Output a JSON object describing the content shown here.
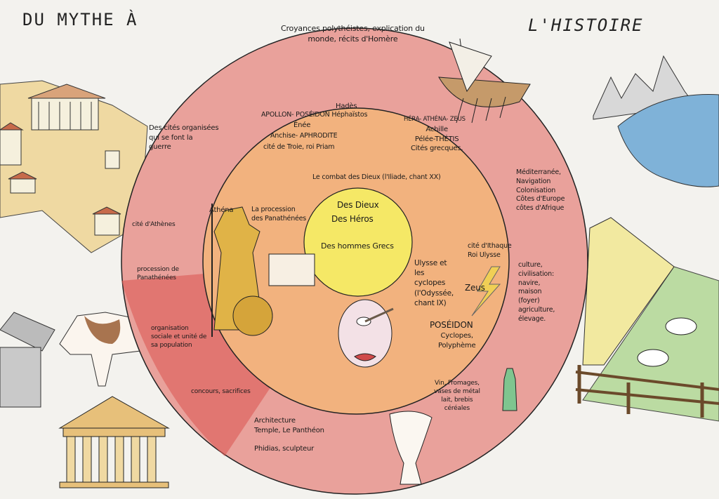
{
  "title": {
    "left": "DU MYTHE À",
    "right": "L'HISTOIRE"
  },
  "outer_ring": {
    "top": "Croyances polythéistes, explication du\nmonde, récits d'Homère",
    "cities": "Des cités organisées\nqui se font la\nguerre",
    "athens": "cité d'Athènes",
    "procession": "procession de\nPanathénées",
    "organisation": "organisation\nsociale et unité de\nsa population",
    "contests": "concours, sacrifices",
    "architecture": "Architecture\nTemple, Le Panthéon",
    "phidias": "Phidias, sculpteur",
    "products": "Vin, Fromages,\nvases de métal\nlait, brebis\ncéréales",
    "mediterranean": "Méditerranée,\nNavigation\nColonisation\nCôtes d'Europe\ncôtes d'Afrique",
    "culture": "culture,\ncivilisation:\nnavire,\nmaison\n(foyer)\nagriculture,\nélevage."
  },
  "inner_ring": {
    "hades": "Hadès",
    "apollon": "APOLLON- POSÉIDON Héphaïstos",
    "enee": "Énée",
    "anchise": "Anchise- APHRODITE",
    "troie": "cité de Troie, roi Priam",
    "hera": "HÉRA- ATHÉNA- ZEUS",
    "achille": "Achille\nPélée-THÉTIS\nCités grecques.",
    "combat": "Le combat des Dieux (l'Iliade, chant XX)",
    "athena": "Athéna",
    "procession": "La procession\ndes Panathénées",
    "ulysse": "Ulysse et\nles\ncyclopes\n(l'Odyssée,\nchant IX)",
    "ithaque": "cité d'Ithaque\nRoi Ulysse",
    "zeus": "Zeus",
    "poseidon": "POSÉIDON",
    "cyclopes": "Cyclopes,\nPolyphème"
  },
  "center": {
    "line1": "Des Dieux",
    "line2": "Des Héros",
    "line3": "Des hommes Grecs"
  },
  "colors": {
    "outer": "#e79a95",
    "inner": "#f2b27e",
    "center": "#f5e866",
    "paper": "#f3f2ee"
  }
}
